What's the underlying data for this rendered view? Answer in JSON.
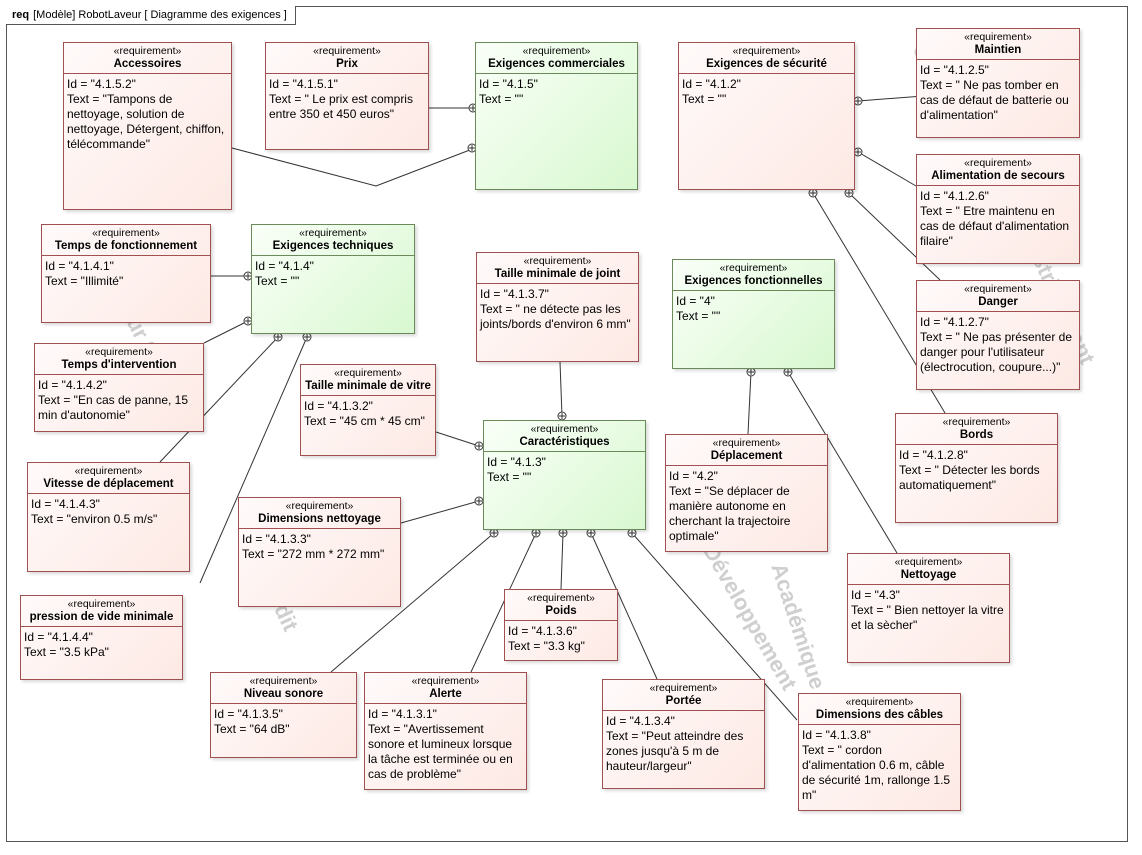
{
  "frame": {
    "kind": "req",
    "title": "[Modèle] RobotLaveur [ Diagramme des exigences ]"
  },
  "stereotype": "«requirement»",
  "requirements": {
    "accessoires": {
      "name": "Accessoires",
      "id": "Id = \"4.1.5.2\"",
      "text": "Text = \"Tampons de nettoyage, solution de nettoyage, Détergent, chiffon, télécommande\""
    },
    "prix": {
      "name": "Prix",
      "id": "Id = \"4.1.5.1\"",
      "text": "Text = \" Le prix est compris entre 350 et 450 euros\""
    },
    "commerciales": {
      "name": "Exigences commerciales",
      "id": "Id = \"4.1.5\"",
      "text": "Text = \"\""
    },
    "securite": {
      "name": "Exigences de sécurité",
      "id": "Id = \"4.1.2\"",
      "text": "Text = \"\""
    },
    "maintien": {
      "name": "Maintien",
      "id": "Id = \"4.1.2.5\"",
      "text": "Text = \" Ne pas tomber en cas de défaut de batterie ou d'alimentation\""
    },
    "alimentation": {
      "name": "Alimentation de secours",
      "id": "Id = \"4.1.2.6\"",
      "text": "Text = \" Etre maintenu en cas de défaut d'alimentation filaire\""
    },
    "danger": {
      "name": "Danger",
      "id": "Id = \"4.1.2.7\"",
      "text": "Text = \" Ne pas présenter de danger pour l'utilisateur (électrocution, coupure...)\""
    },
    "bords": {
      "name": "Bords",
      "id": "Id = \"4.1.2.8\"",
      "text": "Text = \" Détecter les bords automatiquement\""
    },
    "temps_fonct": {
      "name": "Temps de fonctionnement",
      "id": "Id = \"4.1.4.1\"",
      "text": "Text = \"Illimité\""
    },
    "techniques": {
      "name": "Exigences techniques",
      "id": "Id = \"4.1.4\"",
      "text": "Text = \"\""
    },
    "temps_interv": {
      "name": "Temps d'intervention",
      "id": "Id = \"4.1.4.2\"",
      "text": "Text = \"En cas de panne, 15 min d'autonomie\""
    },
    "vitesse": {
      "name": "Vitesse de déplacement",
      "id": "Id = \"4.1.4.3\"",
      "text": "Text = \"environ 0.5 m/s\""
    },
    "vide": {
      "name": "pression de vide minimale",
      "id": "Id = \"4.1.4.4\"",
      "text": "Text = \"3.5 kPa\""
    },
    "joint": {
      "name": "Taille minimale de joint",
      "id": "Id = \"4.1.3.7\"",
      "text": "Text = \" ne détecte pas les joints/bords d'environ 6 mm\""
    },
    "vitre": {
      "name": "Taille minimale de vitre",
      "id": "Id = \"4.1.3.2\"",
      "text": "Text = \"45 cm * 45 cm\""
    },
    "caracteristiques": {
      "name": "Caractéristiques",
      "id": "Id = \"4.1.3\"",
      "text": "Text = \"\""
    },
    "dimensions": {
      "name": "Dimensions nettoyage",
      "id": "Id = \"4.1.3.3\"",
      "text": "Text = \"272 mm * 272 mm\""
    },
    "fonctionnelles": {
      "name": "Exigences fonctionnelles",
      "id": "Id = \"4\"",
      "text": "Text = \"\""
    },
    "deplacement": {
      "name": "Déplacement",
      "id": "Id = \"4.2\"",
      "text": "Text = \"Se déplacer de manière autonome en cherchant la trajectoire optimale\""
    },
    "nettoyage": {
      "name": "Nettoyage",
      "id": "Id = \"4.3\"",
      "text": "Text = \" Bien nettoyer la vitre et la sècher\""
    },
    "poids": {
      "name": "Poids",
      "id": "Id = \"4.1.3.6\"",
      "text": "Text = \"3.3 kg\""
    },
    "sonore": {
      "name": "Niveau sonore",
      "id": "Id = \"4.1.3.5\"",
      "text": "Text = \"64 dB\""
    },
    "alerte": {
      "name": "Alerte",
      "id": "Id = \"4.1.3.1\"",
      "text": "Text = \"Avertissement sonore et lumineux lorsque la tâche est terminée ou en cas de problème\""
    },
    "portee": {
      "name": "Portée",
      "id": "Id = \"4.1.3.4\"",
      "text": "Text = \"Peut atteindre des zones jusqu'à 5 m de hauteur/largeur\""
    },
    "cables": {
      "name": "Dimensions des câbles",
      "id": "Id = \"4.1.3.8\"",
      "text": "Text = \" cordon d'alimentation 0.6 m, câble de sécurité 1m, rallonge 1.5 m\""
    }
  },
  "watermarks": [
    "Professeur Seul",
    "Seul",
    "strictement",
    "Académique",
    "Développement",
    "dit"
  ]
}
